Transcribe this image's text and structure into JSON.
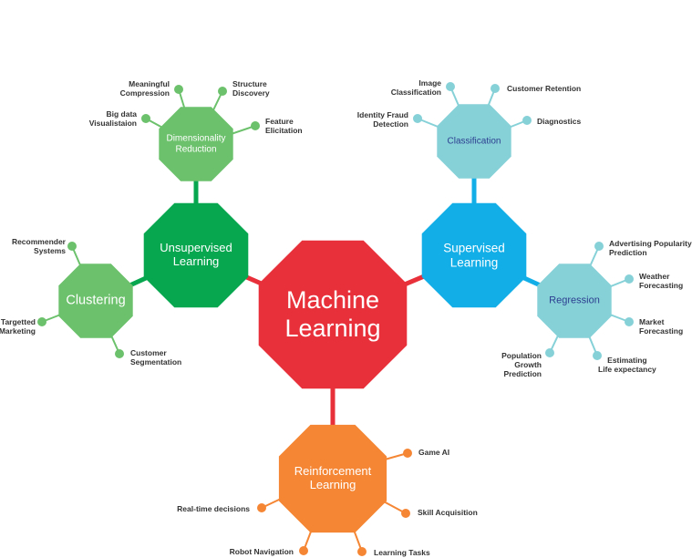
{
  "colors": {
    "red": "#e8303a",
    "darkgreen": "#07a750",
    "lightgreen": "#6cc16c",
    "blue": "#12aee8",
    "teal": "#86d1d8",
    "orange": "#f58634",
    "text_dark": "#333333",
    "regression_text": "#2d3e8f"
  },
  "nodes": {
    "machine_learning": [
      "Machine",
      "Learning"
    ],
    "unsupervised": [
      "Unsupervised",
      "Learning"
    ],
    "supervised": [
      "Supervised",
      "Learning"
    ],
    "reinforcement": [
      "Reinforcement",
      "Learning"
    ],
    "clustering": [
      "Clustering"
    ],
    "dimensionality": [
      "Dimensionality",
      "Reduction"
    ],
    "classification": [
      "Classification"
    ],
    "regression": [
      "Regression"
    ]
  },
  "leaves": {
    "meaningful_compression": [
      "Meaningful",
      "Compression"
    ],
    "structure_discovery": [
      "Structure",
      "Discovery"
    ],
    "big_data": [
      "Big data",
      "Visualistaion"
    ],
    "feature_elicitation": [
      "Feature",
      "Elicitation"
    ],
    "recommender": [
      "Recommender",
      "Systems"
    ],
    "targetted_marketing": [
      "Targetted",
      "Marketing"
    ],
    "customer_segmentation": [
      "Customer",
      "Segmentation"
    ],
    "image_classification": [
      "Image",
      "Classification"
    ],
    "customer_retention": [
      "Customer  Retention"
    ],
    "identity_fraud": [
      "Identity Fraud",
      "Detection"
    ],
    "diagnostics": [
      "Diagnostics"
    ],
    "advertising": [
      "Advertising Popularity",
      "Prediction"
    ],
    "weather": [
      "Weather",
      "Forecasting"
    ],
    "market": [
      "Market",
      "Forecasting"
    ],
    "estimating": [
      "Estimating",
      "Life expectancy"
    ],
    "population": [
      "Population",
      "Growth",
      "Prediction"
    ],
    "game_ai": [
      "Game AI"
    ],
    "skill_acquisition": [
      "Skill Acquisition"
    ],
    "realtime": [
      "Real-time decisions"
    ],
    "robot_navigation": [
      "Robot Navigation"
    ],
    "learning_tasks": [
      "Learning Tasks"
    ]
  }
}
